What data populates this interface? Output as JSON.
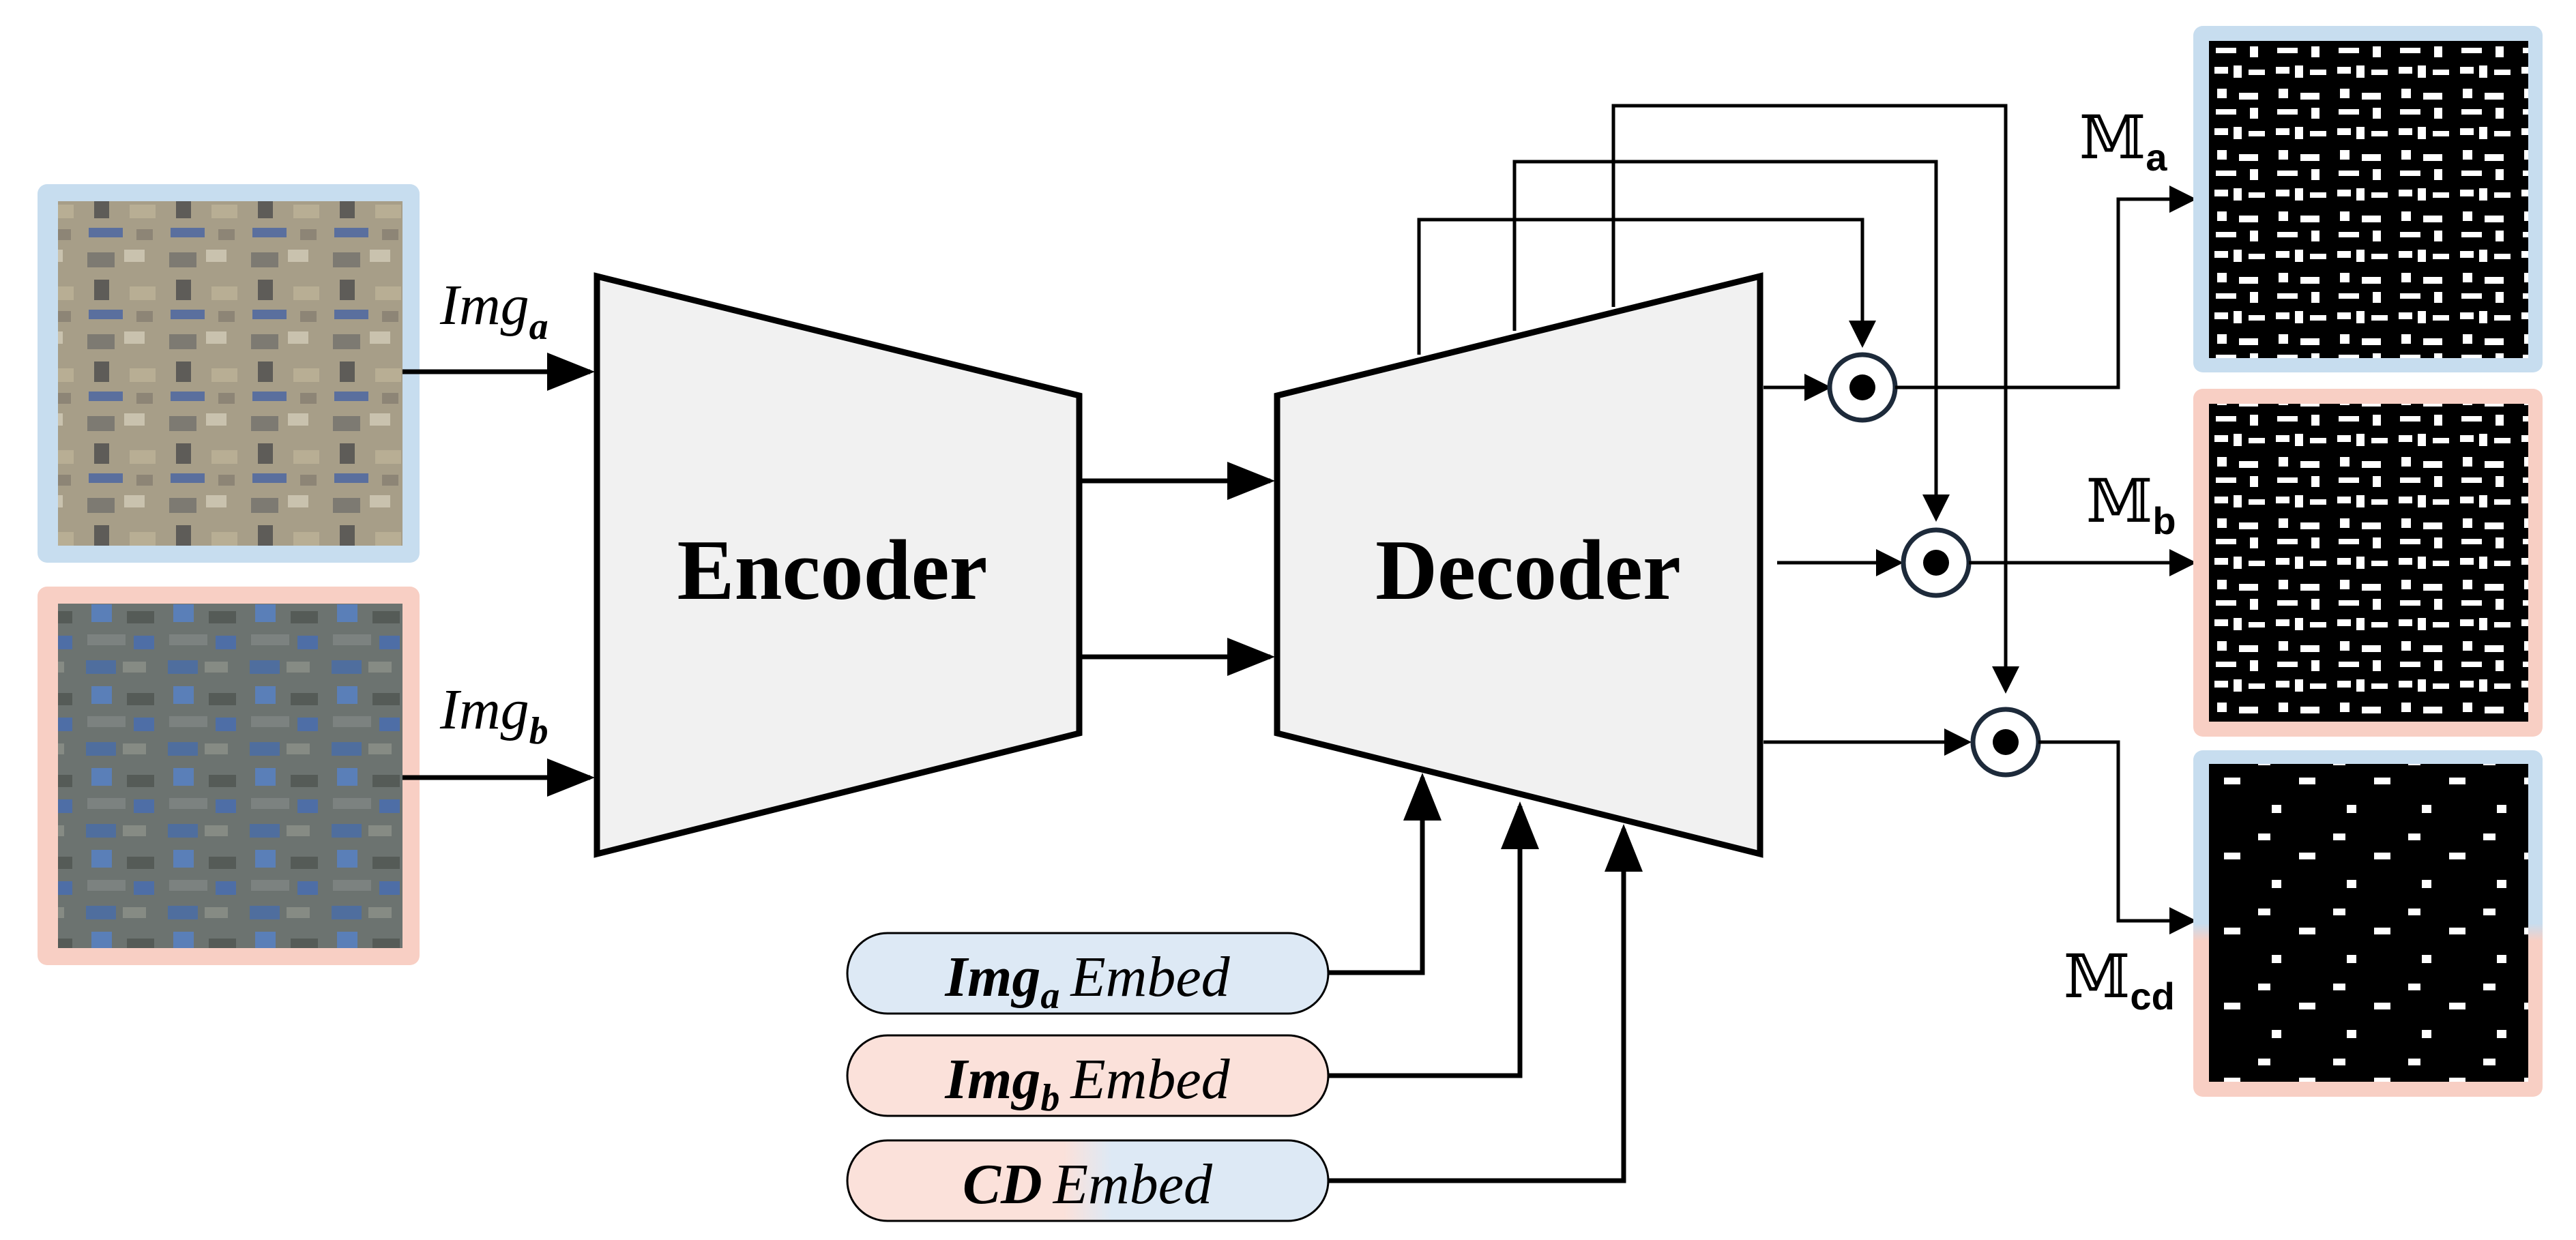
{
  "encoder": {
    "label": "Encoder"
  },
  "decoder": {
    "label": "Decoder"
  },
  "inputs": [
    {
      "base": "Img",
      "sub": "a"
    },
    {
      "base": "Img",
      "sub": "b"
    }
  ],
  "embeds": [
    {
      "strong": "Img",
      "sub": "a",
      "rest": "Embed"
    },
    {
      "strong": "Img",
      "sub": "b",
      "rest": "Embed"
    },
    {
      "strong": "CD",
      "sub": "",
      "rest": "Embed"
    }
  ],
  "outputs": [
    {
      "symbol": "𝕄",
      "sub": "a"
    },
    {
      "symbol": "𝕄",
      "sub": "b"
    },
    {
      "symbol": "𝕄",
      "sub": "cd"
    }
  ],
  "colors": {
    "frame_a": "#c7ddef",
    "frame_b": "#f8cfc4",
    "block_fill": "#f1f1f1",
    "stroke": "#000000",
    "circle_stroke": "#1d2a3a",
    "embed_a": "#dde9f5",
    "embed_b": "#fbe1da"
  }
}
